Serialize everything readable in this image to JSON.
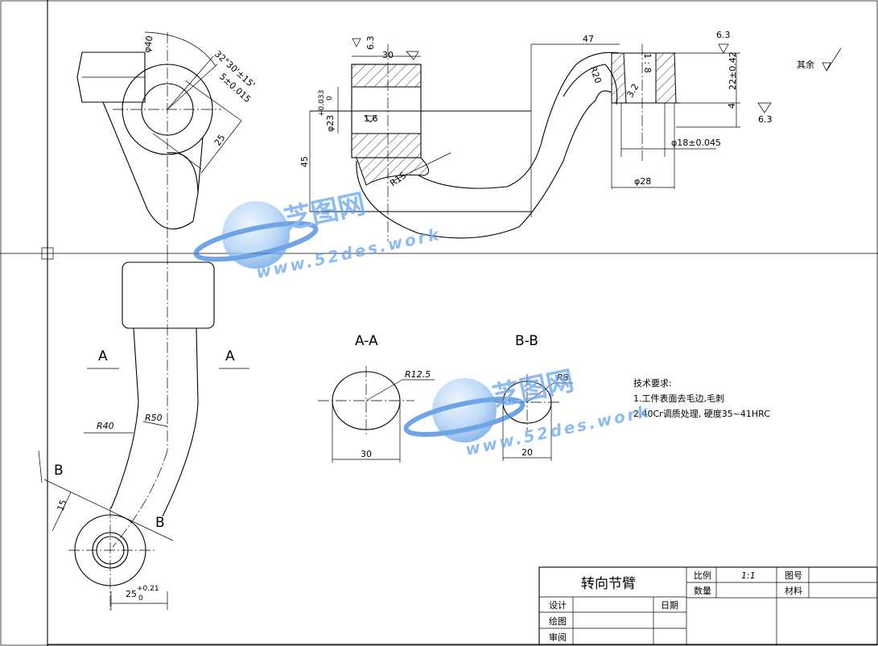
{
  "drawing": {
    "title": "转向节臂",
    "title_block": {
      "scale_label": "比例",
      "scale_value": "1:1",
      "drawing_no_label": "图号",
      "quantity_label": "数量",
      "material_label": "材料",
      "design_label": "设计",
      "date_label": "日期",
      "drawn_label": "绘图",
      "review_label": "审阅"
    },
    "section_labels": {
      "aa": "A-A",
      "bb": "B-B",
      "a": "A",
      "b": "B"
    },
    "dimensions": {
      "phi40": "φ40",
      "angle": "32°30'±15'",
      "key_width": "5±0.015",
      "d25_top": "25",
      "w30": "30",
      "w47": "47",
      "r20": "R20",
      "ratio": "1 : 8",
      "h22": "22±0.42",
      "h4": "4",
      "phi18": "φ18±0.045",
      "phi28": "φ28",
      "h45": "45",
      "phi23": "φ23",
      "phi23_tol_up": "+0.033",
      "phi23_tol_low": "0",
      "r15": "R15",
      "rough_16": "1.6",
      "rough_63a": "6.3",
      "rough_63b": "6.3",
      "rough_63c": "6.3",
      "rough_32": "3.2",
      "r40": "R40",
      "r50": "R50",
      "d15": "15",
      "d25_bottom": "25",
      "d25_tol_up": "+0.21",
      "d25_tol_low": "0",
      "r125": "R12.5",
      "w30_aa": "30",
      "r8": "R8",
      "w20_bb": "20"
    },
    "surface_note": "其余",
    "tech_requirements": {
      "heading": "技术要求:",
      "line1": "1.工件表面去毛边,毛刺",
      "line2": "2.40Cr调质处理, 硬度35~41HRC"
    },
    "watermark": {
      "brand": "芝图网",
      "url": "www.52des.work"
    }
  }
}
